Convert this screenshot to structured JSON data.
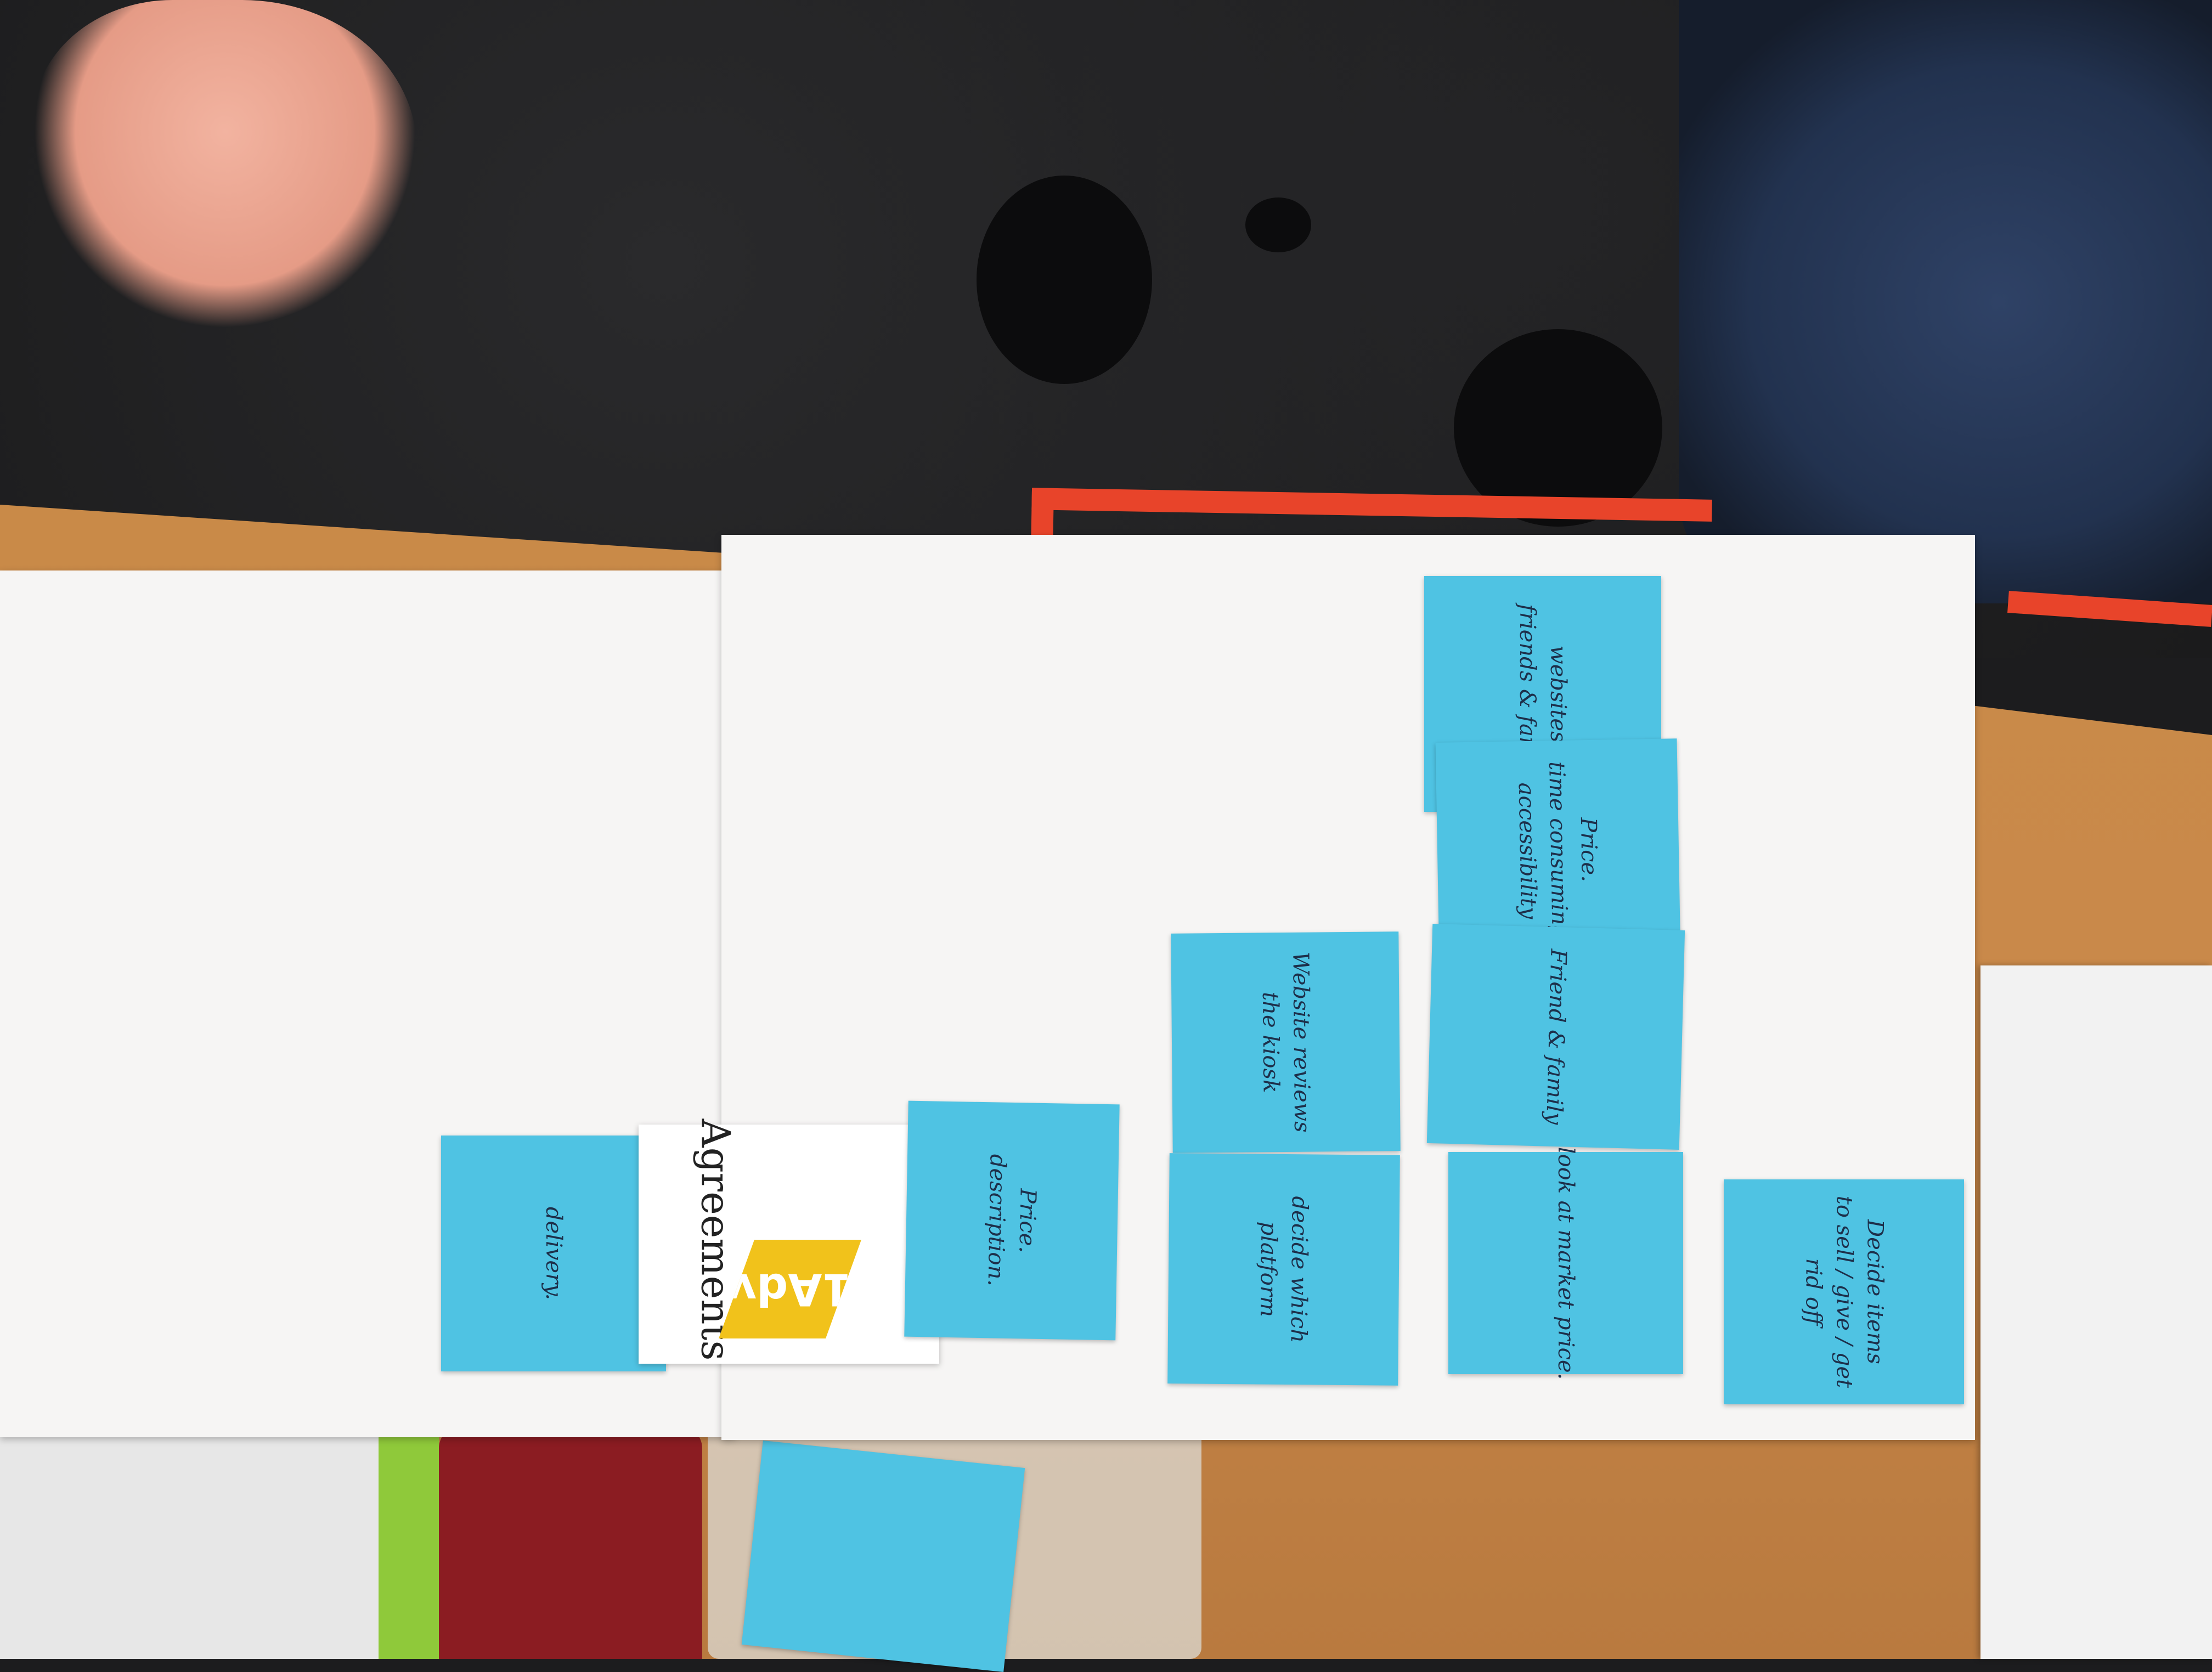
{
  "scene": "whiteboard-sticky-notes",
  "colors": {
    "sticky": "#4fc3e3",
    "paper": "#f6f5f4",
    "table": "#c98a48",
    "tape": "#e8442a",
    "logo": "#f1c21b"
  },
  "card": {
    "logo_text": "1Adv",
    "heading": "Agreements"
  },
  "notes": [
    {
      "id": "delivery",
      "text": "delivery."
    },
    {
      "id": "price-description",
      "text": "Price.\ndescription."
    },
    {
      "id": "website-reviews",
      "text": "Website reviews\nthe kiosk"
    },
    {
      "id": "decide-platform",
      "text": "decide which\nplatform"
    },
    {
      "id": "friends-family-top",
      "text": "websites\nfriends & family"
    },
    {
      "id": "price-time",
      "text": "Price.\ntime consuming\naccessibility"
    },
    {
      "id": "friends-family",
      "text": "Friend & family"
    },
    {
      "id": "market-price",
      "text": "look at market price."
    },
    {
      "id": "decide-items",
      "text": "Decide items\nto sell / give / get\nrid off"
    }
  ]
}
